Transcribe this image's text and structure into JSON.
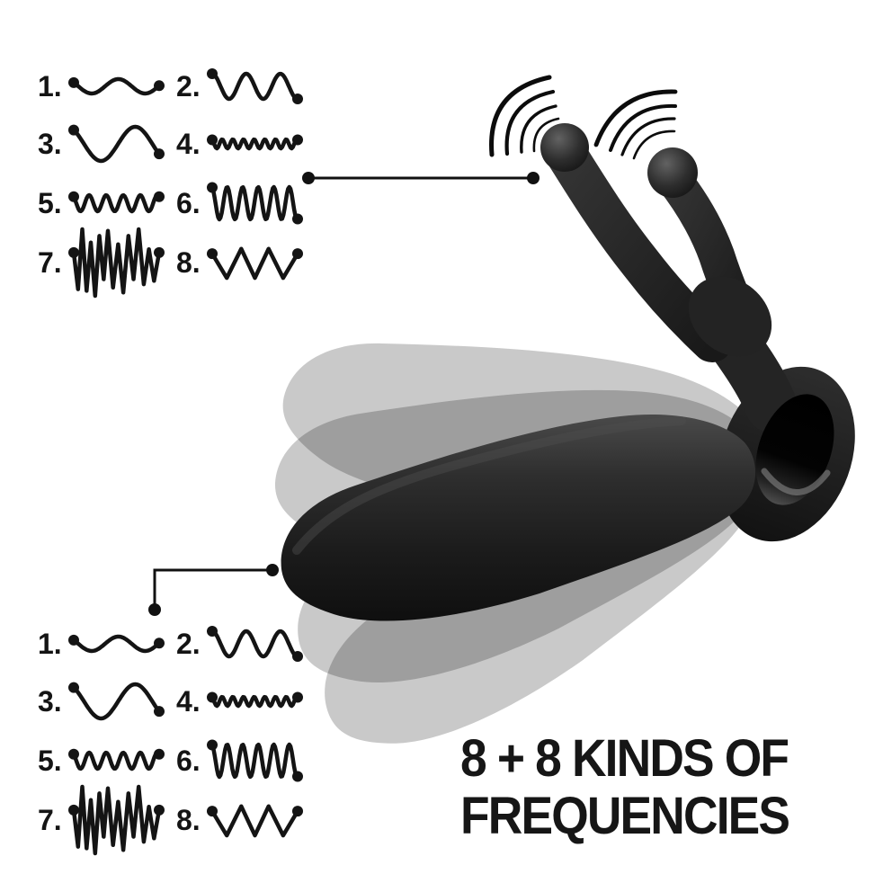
{
  "headline": {
    "line1": "8 + 8 KINDS OF",
    "line2": "FREQUENCIES"
  },
  "colors": {
    "ink": "#141414",
    "device": "#242424",
    "ghost": "#c9c9c9",
    "background": "#ffffff"
  },
  "patterns": [
    {
      "label": "1.",
      "type": "sine",
      "cycles": 1.6,
      "amplitude": 8,
      "phase": 2.6
    },
    {
      "label": "2.",
      "type": "sine",
      "cycles": 2.5,
      "amplitude": 14,
      "phase": 1.6
    },
    {
      "label": "3.",
      "type": "sine",
      "cycles": 1.25,
      "amplitude": 19,
      "phase": 2.2
    },
    {
      "label": "4.",
      "type": "sine",
      "cycles": 8,
      "amplitude": 5,
      "phase": 2.0
    },
    {
      "label": "5.",
      "type": "sine",
      "cycles": 5,
      "amplitude": 9,
      "phase": 2.2
    },
    {
      "label": "6.",
      "type": "sine",
      "cycles": 5.5,
      "amplitude": 18,
      "phase": 1.8
    },
    {
      "label": "7.",
      "type": "spikes",
      "amplitude": 37,
      "points": [
        [
          0,
          -0.3
        ],
        [
          0.05,
          0.8
        ],
        [
          0.1,
          -1
        ],
        [
          0.15,
          0.85
        ],
        [
          0.2,
          -0.6
        ],
        [
          0.25,
          1
        ],
        [
          0.3,
          -0.8
        ],
        [
          0.35,
          0.5
        ],
        [
          0.4,
          -0.95
        ],
        [
          0.46,
          0.75
        ],
        [
          0.52,
          -0.55
        ],
        [
          0.58,
          0.9
        ],
        [
          0.64,
          -0.8
        ],
        [
          0.7,
          0.5
        ],
        [
          0.76,
          -1
        ],
        [
          0.82,
          0.65
        ],
        [
          0.88,
          -0.4
        ],
        [
          0.94,
          0.55
        ],
        [
          1,
          -0.3
        ]
      ]
    },
    {
      "label": "8.",
      "type": "zigzag",
      "amplitude": 18,
      "points": [
        [
          0,
          -0.55
        ],
        [
          0.17,
          0.95
        ],
        [
          0.34,
          -0.85
        ],
        [
          0.5,
          0.95
        ],
        [
          0.66,
          -0.85
        ],
        [
          0.83,
          0.95
        ],
        [
          1,
          -0.55
        ]
      ]
    }
  ],
  "frequency_groups": [
    {
      "id": "top"
    },
    {
      "id": "bottom"
    }
  ]
}
